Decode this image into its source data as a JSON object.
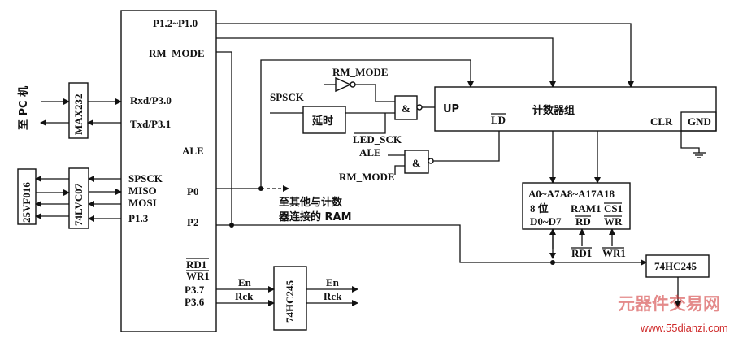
{
  "mcu": {
    "pins_top": [
      "P1.2~P1.0",
      "RM_MODE"
    ],
    "pins_uart": [
      "Rxd/P3.0",
      "Txd/P3.1"
    ],
    "ale": "ALE",
    "pins_spi": [
      "SPSCK",
      "MISO",
      "MOSI",
      "P1.3"
    ],
    "p0": "P0",
    "p2": "P2",
    "rd": "RD1",
    "wr": "WR1",
    "p37": "P3.7",
    "p36": "P3.6"
  },
  "pc": {
    "label": "至 PC 机"
  },
  "max232": {
    "label": "MAX232"
  },
  "flash": {
    "label": "25VF016"
  },
  "buffer_lvc": {
    "label": "74LVC07"
  },
  "hc245_left": {
    "label": "74HC245",
    "en": "En",
    "rck": "Rck",
    "en_out": "En",
    "rck_out": "Rck"
  },
  "counter": {
    "label": "计数器组",
    "up": "UP",
    "ld": "LD",
    "clr": "CLR",
    "gnd": "GND"
  },
  "logic": {
    "rm_mode_top": "RM_MODE",
    "spsck": "SPSCK",
    "delay": "延时",
    "led_sck": "LED_SCK",
    "ale": "ALE",
    "rm_mode_bottom": "RM_MODE",
    "and_symbol": "&"
  },
  "p0_note": {
    "line1": "至其他与计数",
    "line2": "器连接的 RAM"
  },
  "ram": {
    "addr": "A0~A7A8~A17A18",
    "line2_a": "8 位",
    "line2_b": "RAM1",
    "line2_c": "CS1",
    "data": "D0~D7",
    "rd": "RD",
    "wr": "WR",
    "rd1": "RD1",
    "wr1": "WR1"
  },
  "hc245_right": {
    "label": "74HC245"
  },
  "watermark": {
    "text": "元器件交易网",
    "url": "www.55dianzi.com"
  }
}
